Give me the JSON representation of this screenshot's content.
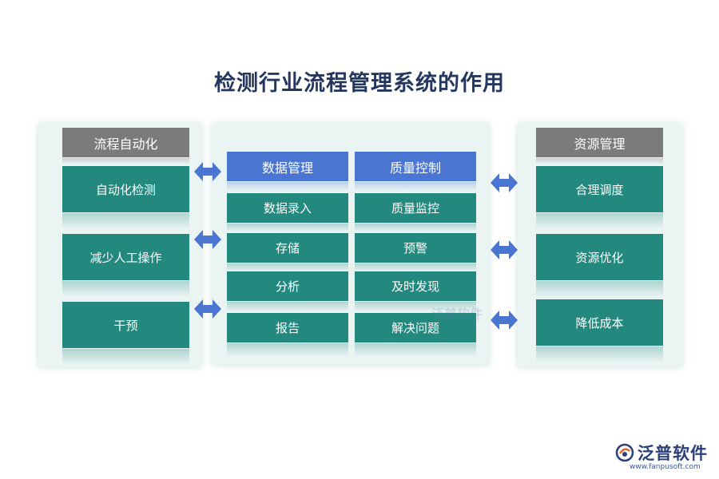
{
  "title": "检测行业流程管理系统的作用",
  "left": {
    "header": "流程自动化",
    "items": [
      "自动化检测",
      "减少人工操作",
      "干预"
    ]
  },
  "center": {
    "col1_header": "数据管理",
    "col2_header": "质量控制",
    "col1_items": [
      "数据录入",
      "存储",
      "分析",
      "报告"
    ],
    "col2_items": [
      "质量监控",
      "预警",
      "及时发现",
      "解决问题"
    ]
  },
  "right": {
    "header": "资源管理",
    "items": [
      "合理调度",
      "资源优化",
      "降低成本"
    ]
  },
  "colors": {
    "teal": "#23897e",
    "blue": "#4a75d1",
    "gray": "#7b7b7b",
    "arrow": "#4a75d1",
    "title": "#24375f"
  },
  "logo": {
    "name": "泛普软件",
    "url": "www.fanpusoft.com",
    "icon": "fanpu-logo-icon"
  },
  "watermark": "泛普软件"
}
